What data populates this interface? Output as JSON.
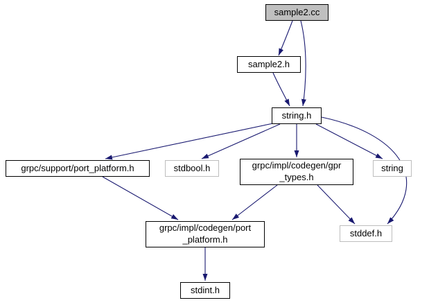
{
  "graph": {
    "kind": "include-dependency-graph",
    "root_file": "sample2.cc",
    "colors": {
      "edge": "#191970",
      "node_border": "#000000",
      "external_border": "#bdbdbd",
      "root_fill": "#bfbfbf",
      "node_fill": "#ffffff",
      "text": "#000000"
    },
    "nodes": [
      {
        "id": "sample2-cc",
        "label": "sample2.cc",
        "display": "sample2.cc",
        "kind": "root"
      },
      {
        "id": "sample2-h",
        "label": "sample2.h",
        "display": "sample2.h",
        "kind": "internal"
      },
      {
        "id": "string-h",
        "label": "string.h",
        "display": "string.h",
        "kind": "internal"
      },
      {
        "id": "grpc-support-port-platform-h",
        "label": "grpc/support/port_platform.h",
        "display": "grpc/support/port_platform.h",
        "kind": "internal"
      },
      {
        "id": "stdbool-h",
        "label": "stdbool.h",
        "display": "stdbool.h",
        "kind": "external"
      },
      {
        "id": "grpc-impl-codegen-gpr-types-h",
        "label": "grpc/impl/codegen/gpr_types.h",
        "display": "grpc/impl/codegen/gpr\n_types.h",
        "kind": "internal"
      },
      {
        "id": "string",
        "label": "string",
        "display": "string",
        "kind": "external"
      },
      {
        "id": "stddef-h",
        "label": "stddef.h",
        "display": "stddef.h",
        "kind": "external"
      },
      {
        "id": "grpc-impl-codegen-port-platform-h",
        "label": "grpc/impl/codegen/port_platform.h",
        "display": "grpc/impl/codegen/port\n_platform.h",
        "kind": "internal"
      },
      {
        "id": "stdint-h",
        "label": "stdint.h",
        "display": "stdint.h",
        "kind": "internal"
      }
    ],
    "edges": [
      {
        "from": "sample2.cc",
        "to": "sample2.h"
      },
      {
        "from": "sample2.cc",
        "to": "string.h"
      },
      {
        "from": "sample2.h",
        "to": "string.h"
      },
      {
        "from": "string.h",
        "to": "grpc/support/port_platform.h"
      },
      {
        "from": "string.h",
        "to": "stdbool.h"
      },
      {
        "from": "string.h",
        "to": "grpc/impl/codegen/gpr_types.h"
      },
      {
        "from": "string.h",
        "to": "string"
      },
      {
        "from": "string.h",
        "to": "stddef.h"
      },
      {
        "from": "grpc/support/port_platform.h",
        "to": "grpc/impl/codegen/port_platform.h"
      },
      {
        "from": "grpc/impl/codegen/gpr_types.h",
        "to": "grpc/impl/codegen/port_platform.h"
      },
      {
        "from": "grpc/impl/codegen/gpr_types.h",
        "to": "stddef.h"
      },
      {
        "from": "grpc/impl/codegen/port_platform.h",
        "to": "stdint.h"
      }
    ]
  }
}
